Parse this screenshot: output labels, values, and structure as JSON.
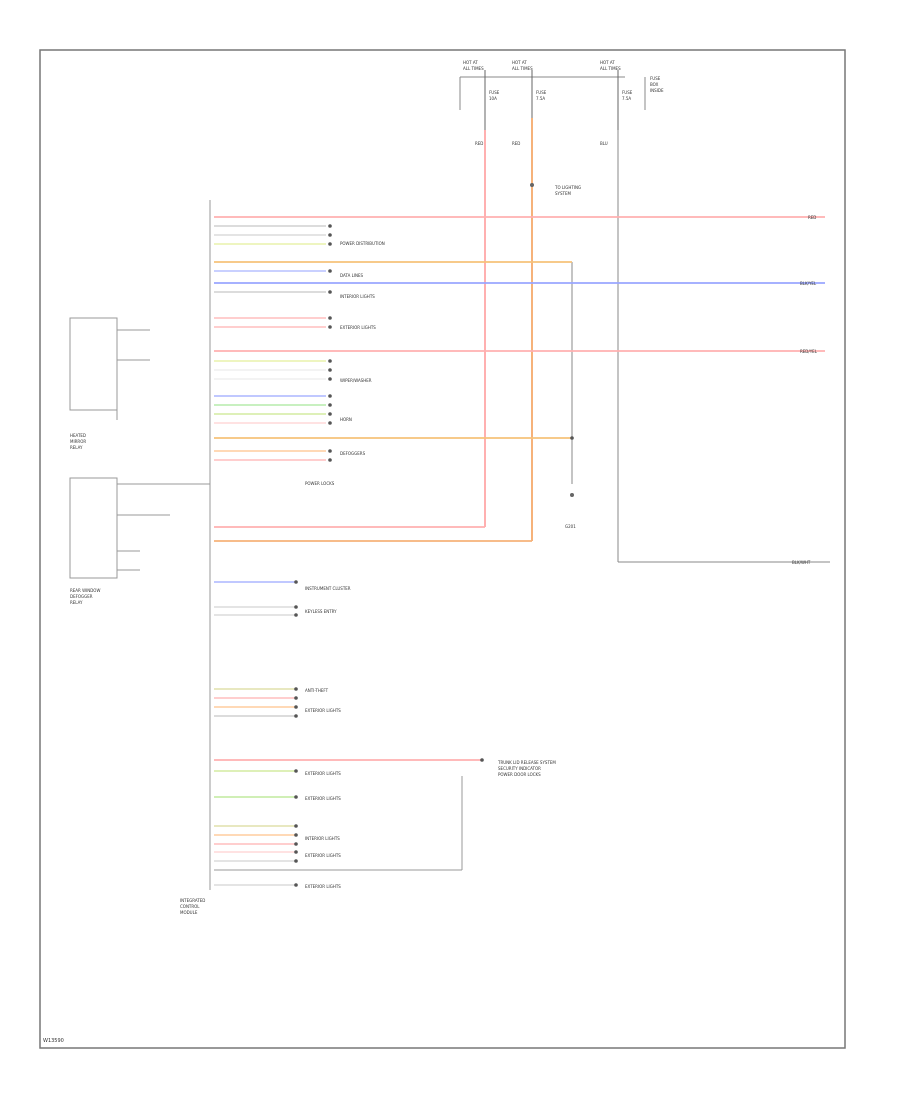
{
  "diagram": {
    "footer_code": "W13590",
    "top_fuse_labels": [
      {
        "hot": "HOT AT",
        "mode": "ALL TIMES",
        "fuse": "FUSE",
        "rating": "10A",
        "wire": "RED"
      },
      {
        "hot": "HOT AT",
        "mode": "ALL TIMES",
        "fuse": "FUSE",
        "rating": "7.5A",
        "wire": "RED"
      },
      {
        "hot": "HOT AT",
        "mode": "ALL TIMES",
        "fuse": "FUSE",
        "rating": "7.5A",
        "wire": "BLU"
      }
    ],
    "fuse_box_label": [
      "FUSE",
      "BOX",
      "INSIDE"
    ],
    "splice_label": [
      "TO LIGHTING",
      "SYSTEM"
    ],
    "right_wires": [
      "RED",
      "BLK/YEL",
      "RED/YEL",
      "BLK/WHT"
    ],
    "left_components": {
      "relay1": [
        "HEATED",
        "MIRROR",
        "RELAY"
      ],
      "relay2": [
        "REAR WINDOW",
        "DEFOGGER",
        "RELAY"
      ]
    },
    "module_name": [
      "INTEGRATED",
      "CONTROL",
      "MODULE"
    ],
    "ground_label": "G201",
    "groups": [
      "POWER DISTRIBUTION",
      "DATA LINES",
      "INTERIOR LIGHTS",
      "EXTERIOR LIGHTS",
      "WIPER/WASHER",
      "HORN",
      "DEFOGGERS",
      "POWER LOCKS",
      "INSTRUMENT CLUSTER",
      "KEYLESS ENTRY",
      "ANTI-THEFT"
    ],
    "target_labels": [
      "TRUNK LID RELEASE SYSTEM",
      "SECURITY INDICATOR",
      "POWER DOOR LOCKS"
    ]
  }
}
